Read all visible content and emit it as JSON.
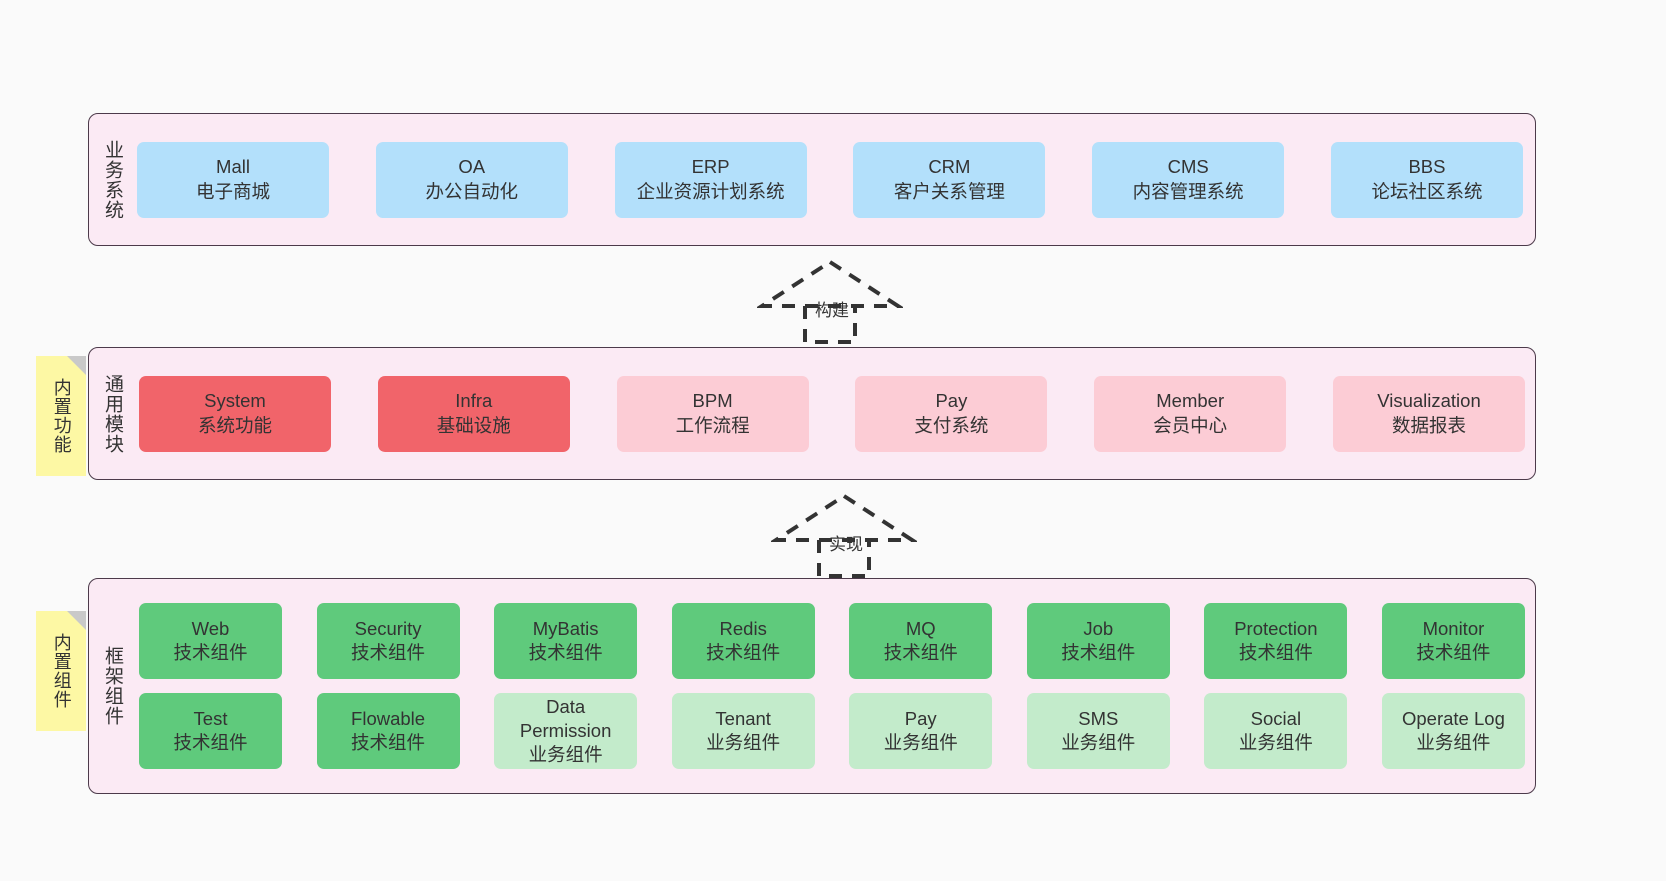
{
  "diagram": {
    "background": "#fafafa",
    "accent_border": "#4c3a4a",
    "layer_bg": "#fbeaf4",
    "note_bg": "#fdf8a4"
  },
  "layers": {
    "business": {
      "title": "业务系统",
      "color": "#b3e0fb",
      "items": [
        {
          "en": "Mall",
          "cn": "电子商城"
        },
        {
          "en": "OA",
          "cn": "办公自动化"
        },
        {
          "en": "ERP",
          "cn": "企业资源计划系统"
        },
        {
          "en": "CRM",
          "cn": "客户关系管理"
        },
        {
          "en": "CMS",
          "cn": "内容管理系统"
        },
        {
          "en": "BBS",
          "cn": "论坛社区系统"
        }
      ]
    },
    "common": {
      "title": "通用模块",
      "note": "内置功能",
      "color_strong": "#f1646a",
      "color_soft": "#fcccd5",
      "items": [
        {
          "en": "System",
          "cn": "系统功能",
          "tone": "strong"
        },
        {
          "en": "Infra",
          "cn": "基础设施",
          "tone": "strong"
        },
        {
          "en": "BPM",
          "cn": "工作流程",
          "tone": "soft"
        },
        {
          "en": "Pay",
          "cn": "支付系统",
          "tone": "soft"
        },
        {
          "en": "Member",
          "cn": "会员中心",
          "tone": "soft"
        },
        {
          "en": "Visualization",
          "cn": "数据报表",
          "tone": "soft"
        }
      ]
    },
    "framework": {
      "title": "框架组件",
      "note": "内置组件",
      "color_tech": "#5fca7c",
      "color_biz": "#c3ebcb",
      "row1": [
        {
          "en": "Web",
          "cn": "技术组件"
        },
        {
          "en": "Security",
          "cn": "技术组件"
        },
        {
          "en": "MyBatis",
          "cn": "技术组件"
        },
        {
          "en": "Redis",
          "cn": "技术组件"
        },
        {
          "en": "MQ",
          "cn": "技术组件"
        },
        {
          "en": "Job",
          "cn": "技术组件"
        },
        {
          "en": "Protection",
          "cn": "技术组件"
        },
        {
          "en": "Monitor",
          "cn": "技术组件"
        }
      ],
      "row2": [
        {
          "en": "Test",
          "cn": "技术组件",
          "tone": "tech"
        },
        {
          "en": "Flowable",
          "cn": "技术组件",
          "tone": "tech"
        },
        {
          "en": "Data Permission",
          "cn": "业务组件",
          "tone": "biz"
        },
        {
          "en": "Tenant",
          "cn": "业务组件",
          "tone": "biz"
        },
        {
          "en": "Pay",
          "cn": "业务组件",
          "tone": "biz"
        },
        {
          "en": "SMS",
          "cn": "业务组件",
          "tone": "biz"
        },
        {
          "en": "Social",
          "cn": "业务组件",
          "tone": "biz"
        },
        {
          "en": "Operate Log",
          "cn": "业务组件",
          "tone": "biz"
        }
      ]
    }
  },
  "connectors": [
    {
      "label": "构建"
    },
    {
      "label": "实现"
    }
  ]
}
